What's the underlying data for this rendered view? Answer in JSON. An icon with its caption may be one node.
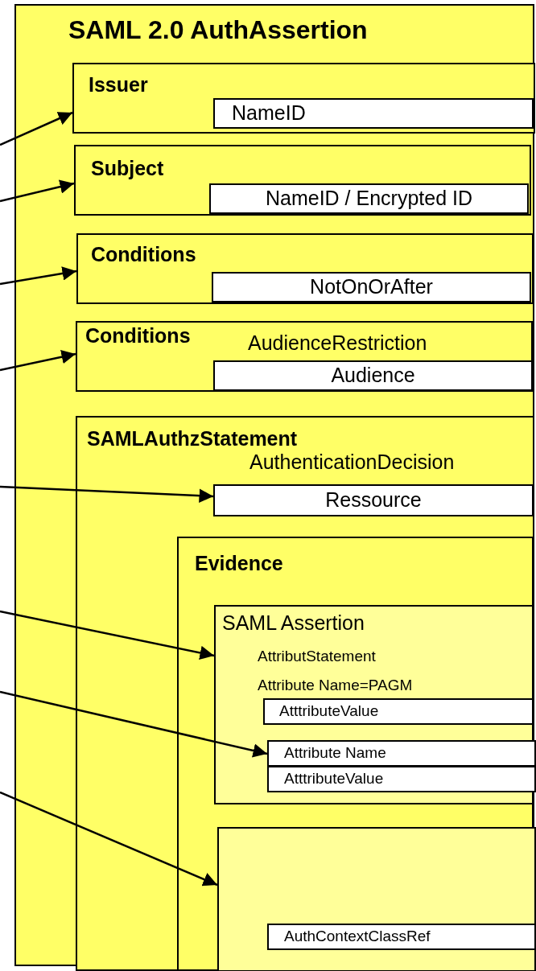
{
  "diagram": {
    "nodes": [
      {
        "text": [
          "SAML 2.0 AuthAssertion"
        ]
      },
      {
        "text": [
          "Issuer"
        ],
        "in": 0
      },
      {
        "text": [
          "NameID"
        ],
        "in": 1
      },
      {
        "text": [
          "Subject"
        ],
        "in": 0
      },
      {
        "text": [
          "NameID / Encrypted ID"
        ],
        "in": 3
      },
      {
        "text": [
          "Conditions"
        ],
        "in": 0
      },
      {
        "text": [
          "NotOnOrAfter"
        ],
        "in": 5
      },
      {
        "text": [
          "Conditions",
          "AudienceRestriction"
        ],
        "in": 0
      },
      {
        "text": [
          "Audience"
        ],
        "in": 7
      },
      {
        "text": [
          "SAMLAuthzStatement",
          "AuthenticationDecision"
        ],
        "in": 0
      },
      {
        "text": [
          "Ressource"
        ],
        "in": 9
      },
      {
        "text": [
          "Evidence"
        ],
        "in": 9
      },
      {
        "text": [
          "SAML Assertion",
          "AttributStatement",
          "Attribute Name=PAGM"
        ],
        "in": 11
      },
      {
        "text": [
          "AtttributeValue"
        ],
        "in": 12
      },
      {
        "text": [
          "Attribute Name"
        ],
        "in": 12
      },
      {
        "text": [
          "AtttributeValue"
        ],
        "in": 12
      },
      {
        "text": [],
        "shape": "box",
        "in": 11
      },
      {
        "text": [
          "AuthContextClassRef"
        ],
        "in": 16
      }
    ],
    "edges": [
      {
        "from": null,
        "to": 1,
        "arrow": "to"
      },
      {
        "from": null,
        "to": 3,
        "arrow": "to"
      },
      {
        "from": null,
        "to": 5,
        "arrow": "to"
      },
      {
        "from": null,
        "to": 7,
        "arrow": "to"
      },
      {
        "from": null,
        "to": 10,
        "arrow": "to"
      },
      {
        "from": null,
        "to": 12,
        "arrow": "to"
      },
      {
        "from": null,
        "to": 14,
        "arrow": "to"
      },
      {
        "from": null,
        "to": 16,
        "arrow": "to"
      }
    ]
  }
}
